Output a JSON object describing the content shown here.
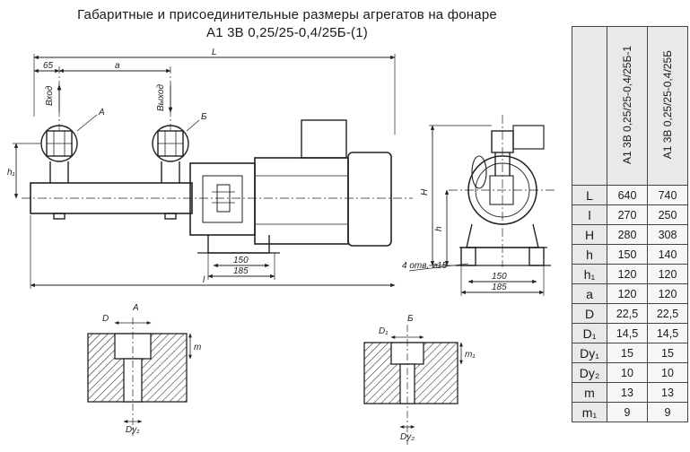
{
  "title_line1": "Габаритные и присоединительные размеры агрегатов на фонаре",
  "title_line2": "А1 3В 0,25/25-0,4/25Б-(1)",
  "drawing": {
    "labels": {
      "inlet": "Вход",
      "outlet": "Выход",
      "section_a": "А",
      "section_b": "Б",
      "dim_65": "65",
      "dim_a": "a",
      "dim_L": "L",
      "dim_l": "l",
      "dim_h1": "h₁",
      "dim_H": "H",
      "dim_h": "h",
      "dim_150_left": "150",
      "dim_185_left": "185",
      "dim_150_right": "150",
      "dim_185_right": "185",
      "holes_note": "4 отв. ⌀15",
      "D": "D",
      "D1": "D₁",
      "m": "m",
      "m1": "m₁",
      "Dy1": "Dу₁",
      "Dy2": "Dу₂"
    }
  },
  "table": {
    "col_headers": [
      "А1 3В 0,25/25-0,4/25Б-1",
      "А1 3В 0,25/25-0,4/25Б"
    ],
    "rows": [
      {
        "param": "L",
        "v1": "640",
        "v2": "740"
      },
      {
        "param": "l",
        "v1": "270",
        "v2": "250"
      },
      {
        "param": "H",
        "v1": "280",
        "v2": "308"
      },
      {
        "param": "h",
        "v1": "150",
        "v2": "140"
      },
      {
        "param": "h₁",
        "v1": "120",
        "v2": "120"
      },
      {
        "param": "a",
        "v1": "120",
        "v2": "120"
      },
      {
        "param": "D",
        "v1": "22,5",
        "v2": "22,5"
      },
      {
        "param": "D₁",
        "v1": "14,5",
        "v2": "14,5"
      },
      {
        "param": "Dу₁",
        "v1": "15",
        "v2": "15"
      },
      {
        "param": "Dу₂",
        "v1": "10",
        "v2": "10"
      },
      {
        "param": "m",
        "v1": "13",
        "v2": "13"
      },
      {
        "param": "m₁",
        "v1": "9",
        "v2": "9"
      }
    ]
  }
}
